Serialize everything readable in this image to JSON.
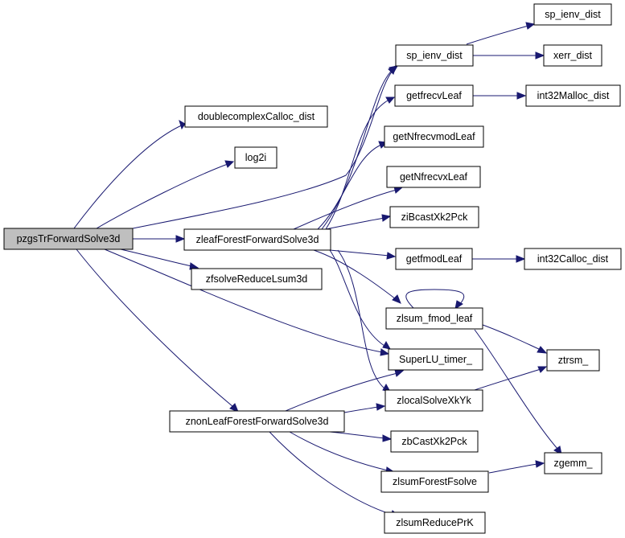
{
  "colors": {
    "edge": "#191970",
    "root_fill": "#bfbfbf",
    "node_fill": "#ffffff",
    "node_border": "#000000"
  },
  "nodes": {
    "root": "pzgsTrForwardSolve3d",
    "doublecomplex_calloc": "doublecomplexCalloc_dist",
    "log2i": "log2i",
    "zleaf": "zleafForestForwardSolve3d",
    "zfsolve_reduce": "zfsolveReduceLsum3d",
    "znonleaf": "znonLeafForestForwardSolve3d",
    "sp_ienv_mid": "sp_ienv_dist",
    "sp_ienv_top": "sp_ienv_dist",
    "xerr": "xerr_dist",
    "getfrecv": "getfrecvLeaf",
    "int32malloc": "int32Malloc_dist",
    "getnfrecvmod": "getNfrecvmodLeaf",
    "getnfrecvx": "getNfrecvxLeaf",
    "zibcast": "ziBcastXk2Pck",
    "getfmod": "getfmodLeaf",
    "int32calloc": "int32Calloc_dist",
    "zlsum_fmod": "zlsum_fmod_leaf",
    "superlu_timer": "SuperLU_timer_",
    "ztrsm": "ztrsm_",
    "zlocal_solve": "zlocalSolveXkYk",
    "zbcast": "zbCastXk2Pck",
    "zgemm": "zgemm_",
    "zlsum_forest": "zlsumForestFsolve",
    "zlsum_reduce": "zlsumReducePrK"
  }
}
